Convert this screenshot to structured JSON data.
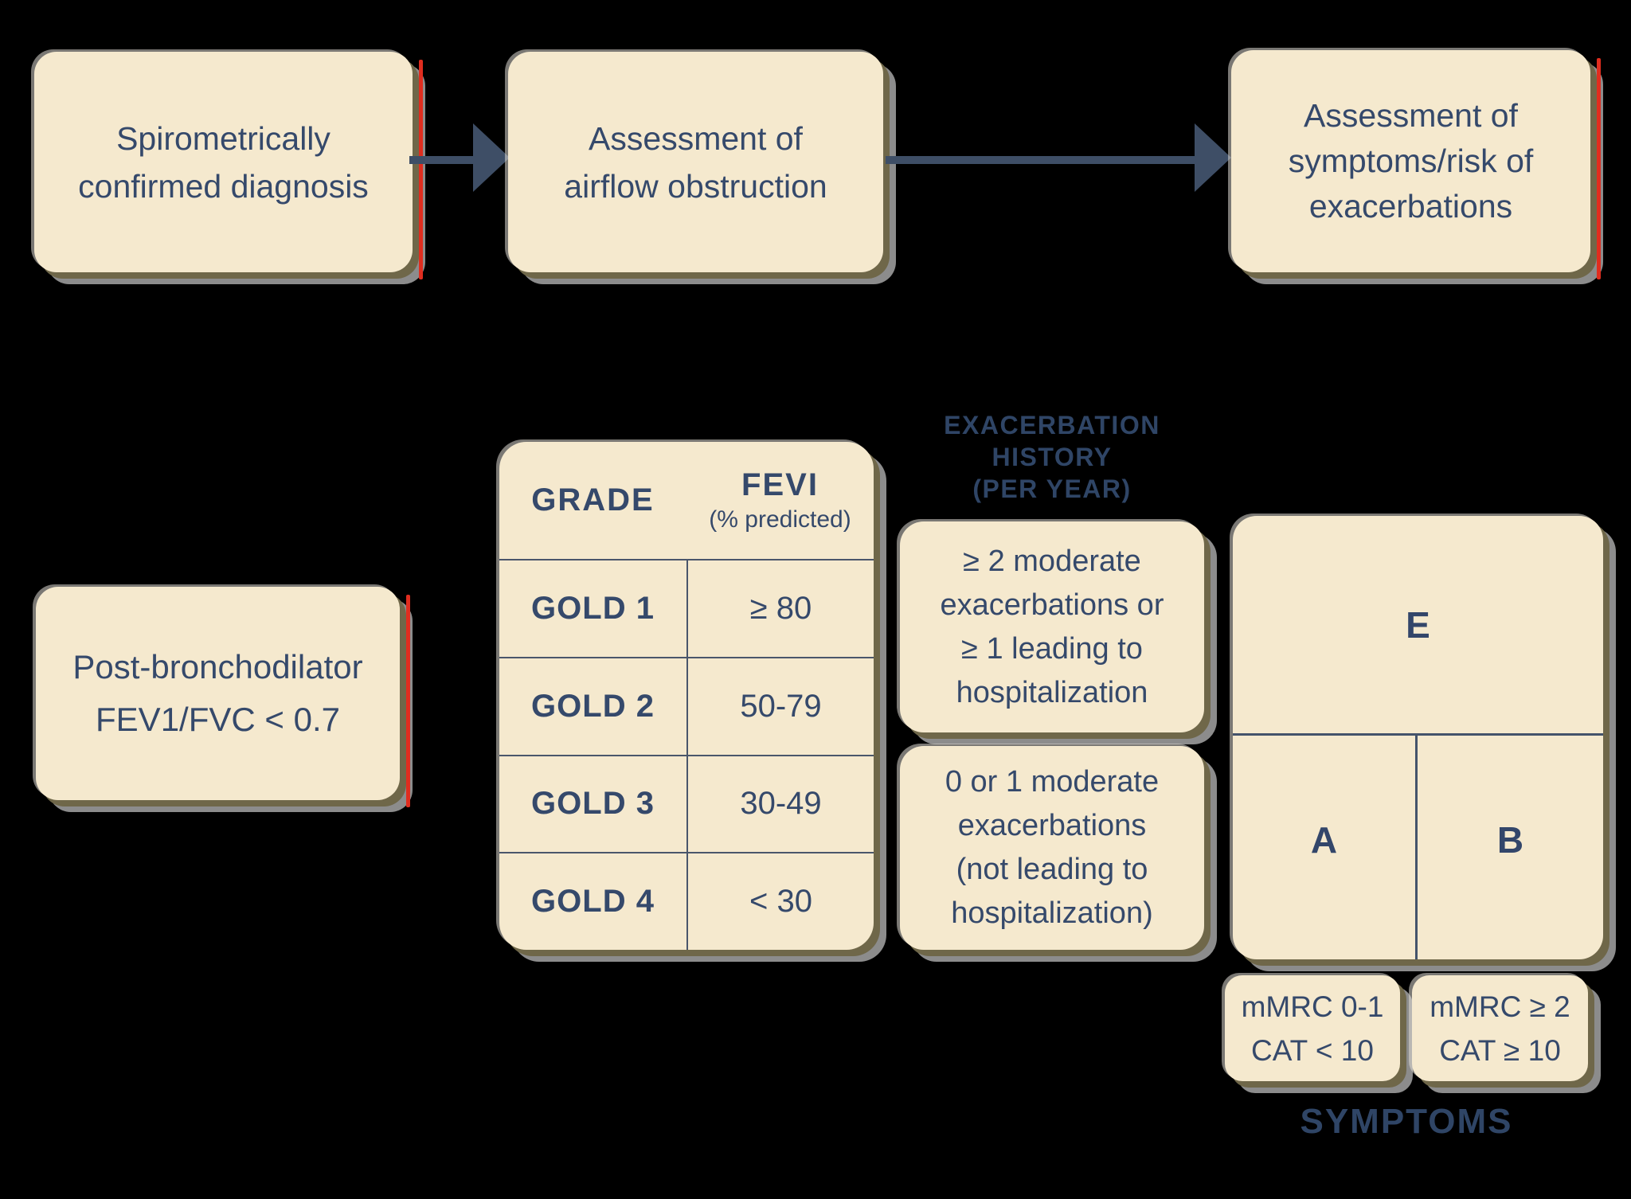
{
  "colors": {
    "background": "#000000",
    "box_cream": "#f5e9ce",
    "text_navy": "#35496b",
    "shadow_olive": "#6f6749",
    "shadow_gray": "#8c8c8c",
    "accent_red": "#e02d1f",
    "arrow_navy": "#3e4e66"
  },
  "flow": {
    "steps": [
      {
        "lines": [
          "Spirometrically",
          "confirmed diagnosis"
        ]
      },
      {
        "lines": [
          "Assessment of",
          "airflow obstruction"
        ]
      },
      {
        "lines": [
          "Assessment of",
          "symptoms/risk of",
          "exacerbations"
        ]
      }
    ]
  },
  "post_box": {
    "lines": [
      "Post-bronchodilator",
      "FEV1/FVC < 0.7"
    ]
  },
  "grade_table": {
    "header": {
      "col1": "GRADE",
      "col2": "FEVI",
      "col2_sub": "(% predicted)"
    },
    "rows": [
      {
        "grade": "GOLD 1",
        "fev": "≥ 80"
      },
      {
        "grade": "GOLD 2",
        "fev": "50-79"
      },
      {
        "grade": "GOLD 3",
        "fev": "30-49"
      },
      {
        "grade": "GOLD 4",
        "fev": "< 30"
      }
    ]
  },
  "exacerbation_history": {
    "heading_lines": [
      "EXACERBATION",
      "HISTORY",
      "(PER YEAR)"
    ],
    "high_risk_box": {
      "lines": [
        "≥ 2 moderate",
        "exacerbations or",
        "≥ 1 leading to",
        "hospitalization"
      ]
    },
    "low_risk_box": {
      "lines": [
        "0 or 1 moderate",
        "exacerbations",
        "(not leading to",
        "hospitalization)"
      ]
    }
  },
  "gold_groups": {
    "top": "E",
    "bottom_left": "A",
    "bottom_right": "B"
  },
  "symptoms": {
    "left_box": {
      "lines": [
        "mMRC 0-1",
        "CAT < 10"
      ]
    },
    "right_box": {
      "lines": [
        "mMRC ≥ 2",
        "CAT ≥ 10"
      ]
    },
    "label": "SYMPTOMS"
  }
}
